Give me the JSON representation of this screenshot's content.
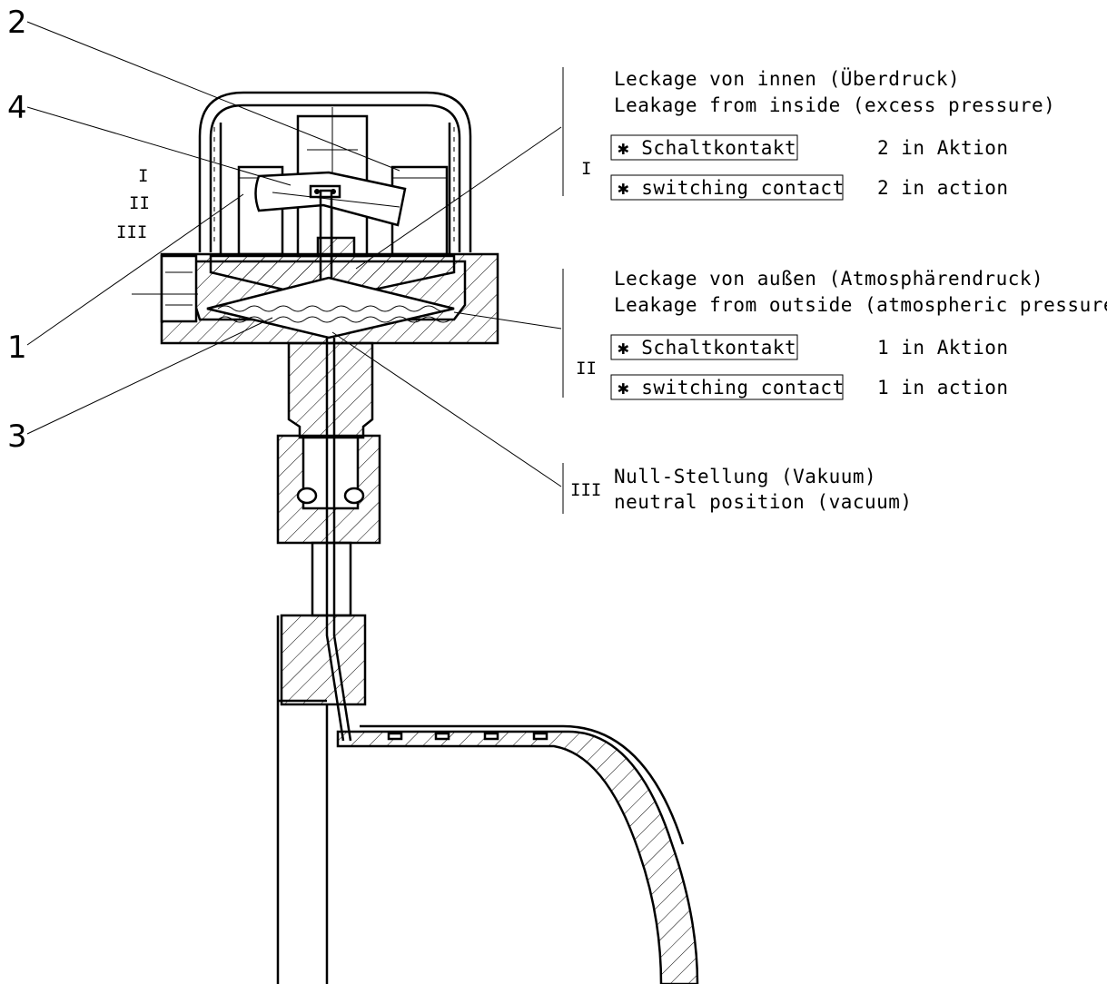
{
  "callouts": {
    "n1": "1",
    "n2": "2",
    "n3": "3",
    "n4": "4"
  },
  "position_marks": {
    "i": "I",
    "ii": "II",
    "iii": "III"
  },
  "states": {
    "state1": {
      "roman": "I",
      "title_de": "Leckage von innen (Überdruck)",
      "title_en": "Leakage from inside (excess pressure)",
      "contact_de": "✱ Schaltkontakt",
      "contact_en": "✱ switching contact",
      "action_de": "2 in Aktion",
      "action_en": "2 in action"
    },
    "state2": {
      "roman": "II",
      "title_de": "Leckage von außen (Atmosphärendruck)",
      "title_en": "Leakage from outside (atmospheric pressure)",
      "contact_de": "✱ Schaltkontakt",
      "contact_en": "✱ switching contact",
      "action_de": "1 in Aktion",
      "action_en": "1 in action"
    },
    "state3": {
      "roman": "III",
      "title_de": "Null-Stellung (Vakuum)",
      "title_en": "neutral position (vacuum)"
    }
  }
}
